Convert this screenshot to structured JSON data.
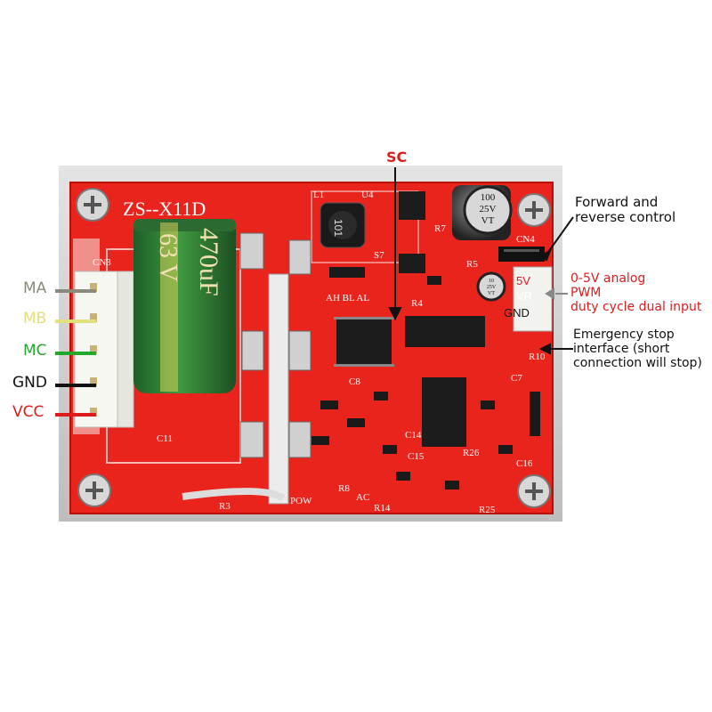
{
  "board": {
    "model": "ZS--X11D",
    "capacitor_main": {
      "text_a": "470uF",
      "text_b": "63 V"
    },
    "capacitor_small_1": {
      "lines": [
        "100",
        "25V",
        "VT"
      ]
    },
    "capacitor_small_2": {
      "lines": [
        "10",
        "25V",
        "VT"
      ]
    },
    "inductor_text": "101",
    "silkscreen": {
      "l1": "L1",
      "u4": "U4",
      "cn3": "CN3",
      "cn4": "CN4",
      "r7": "R7",
      "s7": "S7",
      "r4": "R4",
      "c11": "C11",
      "r3": "R3",
      "pow": "POW",
      "r8": "R8",
      "r14": "R14",
      "r25": "R25",
      "r26": "R26",
      "c15": "C15",
      "c14": "C14",
      "c7": "C7",
      "r10": "R10",
      "r5": "R5",
      "c8": "C8",
      "ahbhal": "AH BL AL",
      "c16": "C16",
      "ac": "AC"
    },
    "terminal_text": {
      "v5": "5V",
      "vr": "VR",
      "gnd": "GND"
    }
  },
  "pins": [
    {
      "label": "MA",
      "color": "#8a8a7a"
    },
    {
      "label": "MB",
      "color": "#e2e07a"
    },
    {
      "label": "MC",
      "color": "#22a82a"
    },
    {
      "label": "GND",
      "color": "#111111"
    },
    {
      "label": "VCC",
      "color": "#e01b1b"
    }
  ],
  "annotations": {
    "sc": "SC",
    "forward_reverse": [
      "Forward and",
      "reverse control"
    ],
    "speed_input": [
      "0-5V analog",
      "PWM",
      "duty cycle dual input"
    ],
    "emergency_stop": [
      "Emergency stop",
      "interface (short",
      "connection will stop)"
    ]
  },
  "colors": {
    "pcb": "#e8241c",
    "pcb_dark": "#c81810",
    "annotation_red": "#e01b1b",
    "silk": "#ffffff"
  }
}
